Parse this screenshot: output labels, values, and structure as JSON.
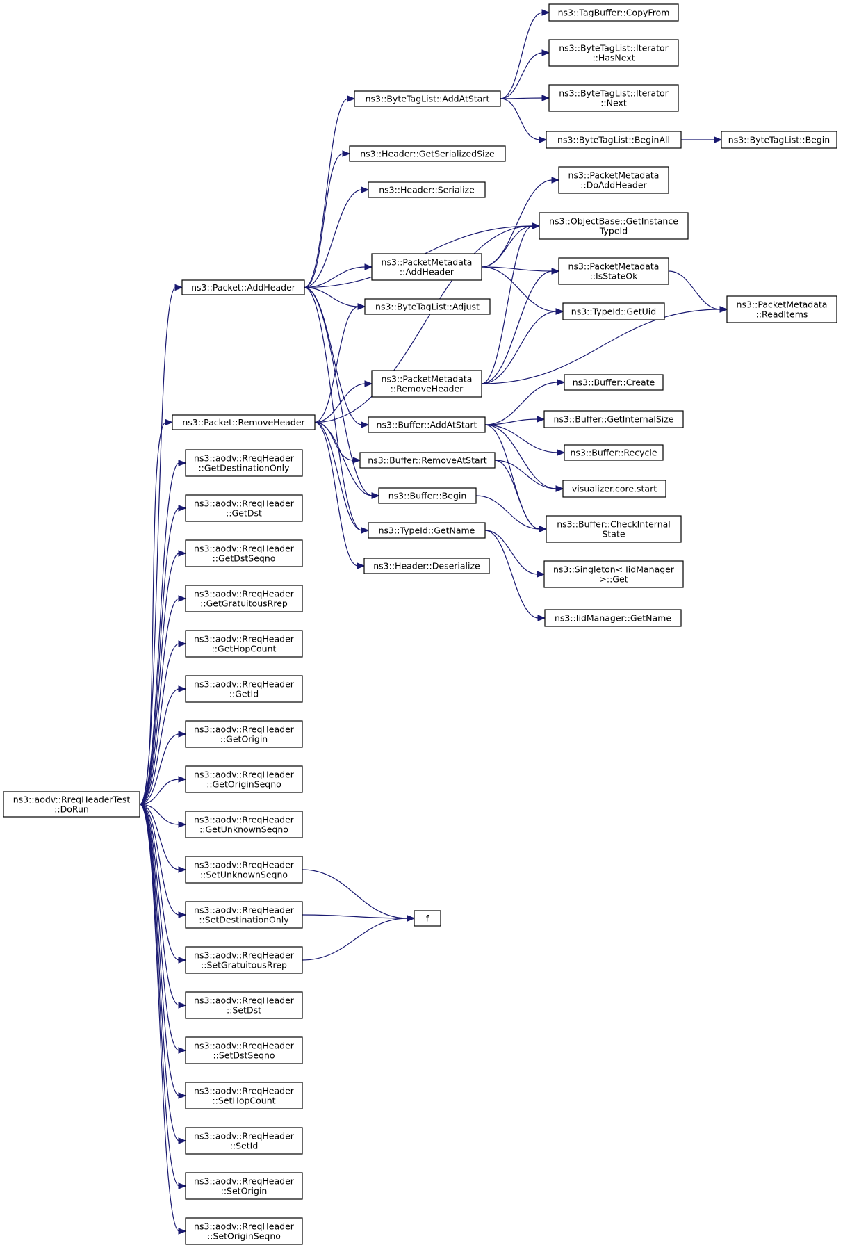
{
  "nodes": {
    "doRun": {
      "lines": [
        "ns3::aodv::RreqHeaderTest",
        "::DoRun"
      ],
      "border": "#000000",
      "fill": "#bfbfbf"
    },
    "pktAddHeader": {
      "lines": [
        "ns3::Packet::AddHeader"
      ],
      "border": "#000000",
      "fill": "#ffffff"
    },
    "pktRemoveHeader": {
      "lines": [
        "ns3::Packet::RemoveHeader"
      ],
      "border": "#000000",
      "fill": "#ffffff"
    },
    "getDestOnly": {
      "lines": [
        "ns3::aodv::RreqHeader",
        "::GetDestinationOnly"
      ],
      "border": "#000000",
      "fill": "#ffffff"
    },
    "getDst": {
      "lines": [
        "ns3::aodv::RreqHeader",
        "::GetDst"
      ],
      "border": "#000000",
      "fill": "#ffffff"
    },
    "getDstSeqno": {
      "lines": [
        "ns3::aodv::RreqHeader",
        "::GetDstSeqno"
      ],
      "border": "#000000",
      "fill": "#ffffff"
    },
    "getGratRrep": {
      "lines": [
        "ns3::aodv::RreqHeader",
        "::GetGratuitousRrep"
      ],
      "border": "#000000",
      "fill": "#ffffff"
    },
    "getHopCount": {
      "lines": [
        "ns3::aodv::RreqHeader",
        "::GetHopCount"
      ],
      "border": "#000000",
      "fill": "#ffffff"
    },
    "getId": {
      "lines": [
        "ns3::aodv::RreqHeader",
        "::GetId"
      ],
      "border": "#000000",
      "fill": "#ffffff"
    },
    "getOrigin": {
      "lines": [
        "ns3::aodv::RreqHeader",
        "::GetOrigin"
      ],
      "border": "#000000",
      "fill": "#ffffff"
    },
    "getOriginSeqno": {
      "lines": [
        "ns3::aodv::RreqHeader",
        "::GetOriginSeqno"
      ],
      "border": "#000000",
      "fill": "#ffffff"
    },
    "getUnknownSeqno": {
      "lines": [
        "ns3::aodv::RreqHeader",
        "::GetUnknownSeqno"
      ],
      "border": "#000000",
      "fill": "#ffffff"
    },
    "setUnknownSeqno": {
      "lines": [
        "ns3::aodv::RreqHeader",
        "::SetUnknownSeqno"
      ],
      "border": "#000000",
      "fill": "#ffffff"
    },
    "setDestOnly": {
      "lines": [
        "ns3::aodv::RreqHeader",
        "::SetDestinationOnly"
      ],
      "border": "#000000",
      "fill": "#ffffff"
    },
    "setGratRrep": {
      "lines": [
        "ns3::aodv::RreqHeader",
        "::SetGratuitousRrep"
      ],
      "border": "#000000",
      "fill": "#ffffff"
    },
    "setDst": {
      "lines": [
        "ns3::aodv::RreqHeader",
        "::SetDst"
      ],
      "border": "#000000",
      "fill": "#ffffff"
    },
    "setDstSeqno": {
      "lines": [
        "ns3::aodv::RreqHeader",
        "::SetDstSeqno"
      ],
      "border": "#000000",
      "fill": "#ffffff"
    },
    "setHopCount": {
      "lines": [
        "ns3::aodv::RreqHeader",
        "::SetHopCount"
      ],
      "border": "#000000",
      "fill": "#ffffff"
    },
    "setId": {
      "lines": [
        "ns3::aodv::RreqHeader",
        "::SetId"
      ],
      "border": "#000000",
      "fill": "#ffffff"
    },
    "setOrigin": {
      "lines": [
        "ns3::aodv::RreqHeader",
        "::SetOrigin"
      ],
      "border": "#000000",
      "fill": "#ffffff"
    },
    "setOriginSeqno": {
      "lines": [
        "ns3::aodv::RreqHeader",
        "::SetOriginSeqno"
      ],
      "border": "#000000",
      "fill": "#ffffff"
    },
    "btlAddAtStart": {
      "lines": [
        "ns3::ByteTagList::AddAtStart"
      ],
      "border": "#000000",
      "fill": "#ffffff"
    },
    "hdrGetSerSize": {
      "lines": [
        "ns3::Header::GetSerializedSize"
      ],
      "border": "#000000",
      "fill": "#ffffff"
    },
    "hdrSerialize": {
      "lines": [
        "ns3::Header::Serialize"
      ],
      "border": "#000000",
      "fill": "#ffffff"
    },
    "pmAddHeader": {
      "lines": [
        "ns3::PacketMetadata",
        "::AddHeader"
      ],
      "border": "#000000",
      "fill": "#ffffff"
    },
    "btlAdjust": {
      "lines": [
        "ns3::ByteTagList::Adjust"
      ],
      "border": "#000000",
      "fill": "#ffffff"
    },
    "pmRemoveHeader": {
      "lines": [
        "ns3::PacketMetadata",
        "::RemoveHeader"
      ],
      "border": "#000000",
      "fill": "#ffffff"
    },
    "bufAddAtStart": {
      "lines": [
        "ns3::Buffer::AddAtStart"
      ],
      "border": "#000000",
      "fill": "#ffffff"
    },
    "bufRemoveAtStart": {
      "lines": [
        "ns3::Buffer::RemoveAtStart"
      ],
      "border": "#000000",
      "fill": "#ffffff"
    },
    "bufBegin": {
      "lines": [
        "ns3::Buffer::Begin"
      ],
      "border": "#000000",
      "fill": "#ffffff"
    },
    "typeIdGetName": {
      "lines": [
        "ns3::TypeId::GetName"
      ],
      "border": "#000000",
      "fill": "#ffffff"
    },
    "hdrDeserialize": {
      "lines": [
        "ns3::Header::Deserialize"
      ],
      "border": "#000000",
      "fill": "#ffffff"
    },
    "f": {
      "lines": [
        "f"
      ],
      "border": "#000000",
      "fill": "#ffffff"
    },
    "tagBufCopyFrom": {
      "lines": [
        "ns3::TagBuffer::CopyFrom"
      ],
      "border": "#000000",
      "fill": "#ffffff"
    },
    "btlIterHasNext": {
      "lines": [
        "ns3::ByteTagList::Iterator",
        "::HasNext"
      ],
      "border": "#000000",
      "fill": "#ffffff"
    },
    "btlIterNext": {
      "lines": [
        "ns3::ByteTagList::Iterator",
        "::Next"
      ],
      "border": "#000000",
      "fill": "#ffffff"
    },
    "btlBeginAll": {
      "lines": [
        "ns3::ByteTagList::BeginAll"
      ],
      "border": "#000000",
      "fill": "#ffffff"
    },
    "btlBegin": {
      "lines": [
        "ns3::ByteTagList::Begin"
      ],
      "border": "#000000",
      "fill": "#ffffff"
    },
    "pmDoAddHeader": {
      "lines": [
        "ns3::PacketMetadata",
        "::DoAddHeader"
      ],
      "border": "#ff0000",
      "fill": "#ffffff"
    },
    "objGetInstTypeId": {
      "lines": [
        "ns3::ObjectBase::GetInstance",
        "TypeId"
      ],
      "border": "#000000",
      "fill": "#ffffff"
    },
    "pmIsStateOk": {
      "lines": [
        "ns3::PacketMetadata",
        "::IsStateOk"
      ],
      "border": "#ff0000",
      "fill": "#ffffff"
    },
    "typeIdGetUid": {
      "lines": [
        "ns3::TypeId::GetUid"
      ],
      "border": "#000000",
      "fill": "#ffffff"
    },
    "pmReadItems": {
      "lines": [
        "ns3::PacketMetadata",
        "::ReadItems"
      ],
      "border": "#ff0000",
      "fill": "#ffffff"
    },
    "bufCreate": {
      "lines": [
        "ns3::Buffer::Create"
      ],
      "border": "#ff0000",
      "fill": "#ffffff"
    },
    "bufGetInternalSize": {
      "lines": [
        "ns3::Buffer::GetInternalSize"
      ],
      "border": "#000000",
      "fill": "#ffffff"
    },
    "bufRecycle": {
      "lines": [
        "ns3::Buffer::Recycle"
      ],
      "border": "#ff0000",
      "fill": "#ffffff"
    },
    "vizCoreStart": {
      "lines": [
        "visualizer.core.start"
      ],
      "border": "#ff0000",
      "fill": "#ffffff"
    },
    "bufCheckInternalState": {
      "lines": [
        "ns3::Buffer::CheckInternal",
        "State"
      ],
      "border": "#000000",
      "fill": "#ffffff"
    },
    "singletonGet": {
      "lines": [
        "ns3::Singleton< IidManager",
        ">::Get"
      ],
      "border": "#000000",
      "fill": "#ffffff"
    },
    "iidGetName": {
      "lines": [
        "ns3::IidManager::GetName"
      ],
      "border": "#ff0000",
      "fill": "#ffffff"
    }
  },
  "edges": [
    [
      "doRun",
      "pktAddHeader"
    ],
    [
      "doRun",
      "pktRemoveHeader"
    ],
    [
      "doRun",
      "getDestOnly"
    ],
    [
      "doRun",
      "getDst"
    ],
    [
      "doRun",
      "getDstSeqno"
    ],
    [
      "doRun",
      "getGratRrep"
    ],
    [
      "doRun",
      "getHopCount"
    ],
    [
      "doRun",
      "getId"
    ],
    [
      "doRun",
      "getOrigin"
    ],
    [
      "doRun",
      "getOriginSeqno"
    ],
    [
      "doRun",
      "getUnknownSeqno"
    ],
    [
      "doRun",
      "setUnknownSeqno"
    ],
    [
      "doRun",
      "setDestOnly"
    ],
    [
      "doRun",
      "setGratRrep"
    ],
    [
      "doRun",
      "setDst"
    ],
    [
      "doRun",
      "setDstSeqno"
    ],
    [
      "doRun",
      "setHopCount"
    ],
    [
      "doRun",
      "setId"
    ],
    [
      "doRun",
      "setOrigin"
    ],
    [
      "doRun",
      "setOriginSeqno"
    ],
    [
      "pktAddHeader",
      "btlAddAtStart"
    ],
    [
      "pktAddHeader",
      "hdrGetSerSize"
    ],
    [
      "pktAddHeader",
      "hdrSerialize"
    ],
    [
      "pktAddHeader",
      "objGetInstTypeId"
    ],
    [
      "pktAddHeader",
      "pmAddHeader"
    ],
    [
      "pktAddHeader",
      "btlAdjust"
    ],
    [
      "pktAddHeader",
      "bufAddAtStart"
    ],
    [
      "pktAddHeader",
      "bufBegin"
    ],
    [
      "pktAddHeader",
      "typeIdGetName"
    ],
    [
      "pktRemoveHeader",
      "btlAdjust"
    ],
    [
      "pktRemoveHeader",
      "objGetInstTypeId"
    ],
    [
      "pktRemoveHeader",
      "pmRemoveHeader"
    ],
    [
      "pktRemoveHeader",
      "bufRemoveAtStart"
    ],
    [
      "pktRemoveHeader",
      "bufBegin"
    ],
    [
      "pktRemoveHeader",
      "typeIdGetName"
    ],
    [
      "pktRemoveHeader",
      "hdrDeserialize"
    ],
    [
      "btlAddAtStart",
      "tagBufCopyFrom"
    ],
    [
      "btlAddAtStart",
      "btlIterHasNext"
    ],
    [
      "btlAddAtStart",
      "btlIterNext"
    ],
    [
      "btlAddAtStart",
      "btlBeginAll"
    ],
    [
      "btlBeginAll",
      "btlBegin"
    ],
    [
      "pmAddHeader",
      "pmDoAddHeader"
    ],
    [
      "pmAddHeader",
      "objGetInstTypeId"
    ],
    [
      "pmAddHeader",
      "pmIsStateOk"
    ],
    [
      "pmAddHeader",
      "typeIdGetUid"
    ],
    [
      "pmRemoveHeader",
      "objGetInstTypeId"
    ],
    [
      "pmRemoveHeader",
      "pmIsStateOk"
    ],
    [
      "pmRemoveHeader",
      "typeIdGetUid"
    ],
    [
      "pmRemoveHeader",
      "pmReadItems"
    ],
    [
      "pmIsStateOk",
      "pmReadItems"
    ],
    [
      "bufAddAtStart",
      "bufCreate"
    ],
    [
      "bufAddAtStart",
      "bufGetInternalSize"
    ],
    [
      "bufAddAtStart",
      "bufRecycle"
    ],
    [
      "bufAddAtStart",
      "vizCoreStart"
    ],
    [
      "bufAddAtStart",
      "bufCheckInternalState"
    ],
    [
      "bufRemoveAtStart",
      "vizCoreStart"
    ],
    [
      "bufRemoveAtStart",
      "bufCheckInternalState"
    ],
    [
      "bufBegin",
      "bufCheckInternalState"
    ],
    [
      "typeIdGetName",
      "singletonGet"
    ],
    [
      "typeIdGetName",
      "iidGetName"
    ],
    [
      "setUnknownSeqno",
      "f"
    ],
    [
      "setDestOnly",
      "f"
    ],
    [
      "setGratRrep",
      "f"
    ]
  ]
}
